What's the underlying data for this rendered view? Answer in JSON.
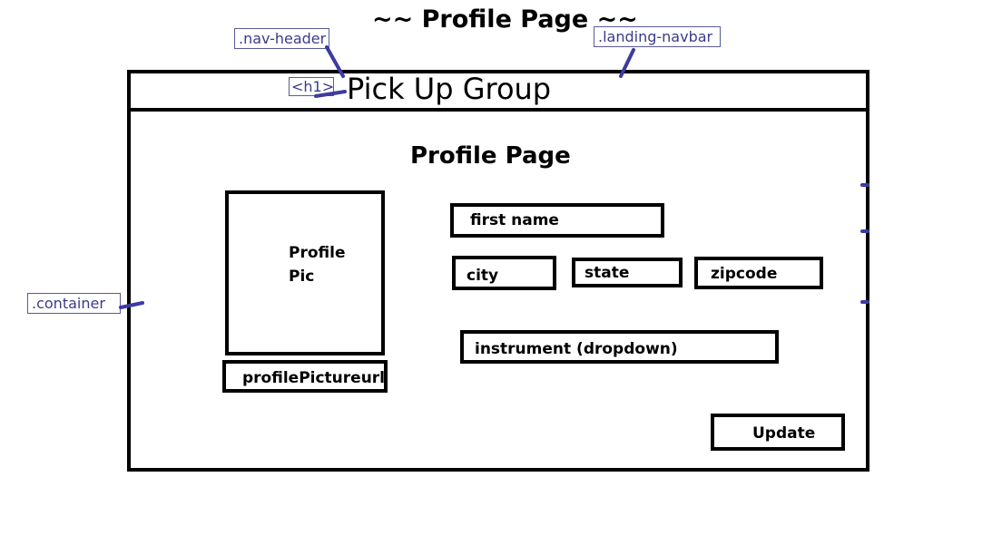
{
  "page_title": "~~ Profile Page ~~",
  "annotations": {
    "nav_header": ".nav-header",
    "landing_navbar": ".landing-navbar",
    "h1_tag": "<h1>",
    "container": ".container"
  },
  "navbar": {
    "brand": "Pick Up Group"
  },
  "main": {
    "heading": "Profile Page",
    "profile_pic_label": "Profile Pic",
    "profile_picture_url": "profilePictureurl",
    "first_name": "first name",
    "city": "city",
    "state": "state",
    "zipcode": "zipcode",
    "instrument": "instrument (dropdown)",
    "update_button": "Update"
  },
  "colors": {
    "annotation": "#3b3b8c",
    "connector": "#3b3ba0",
    "outline": "#000000"
  }
}
